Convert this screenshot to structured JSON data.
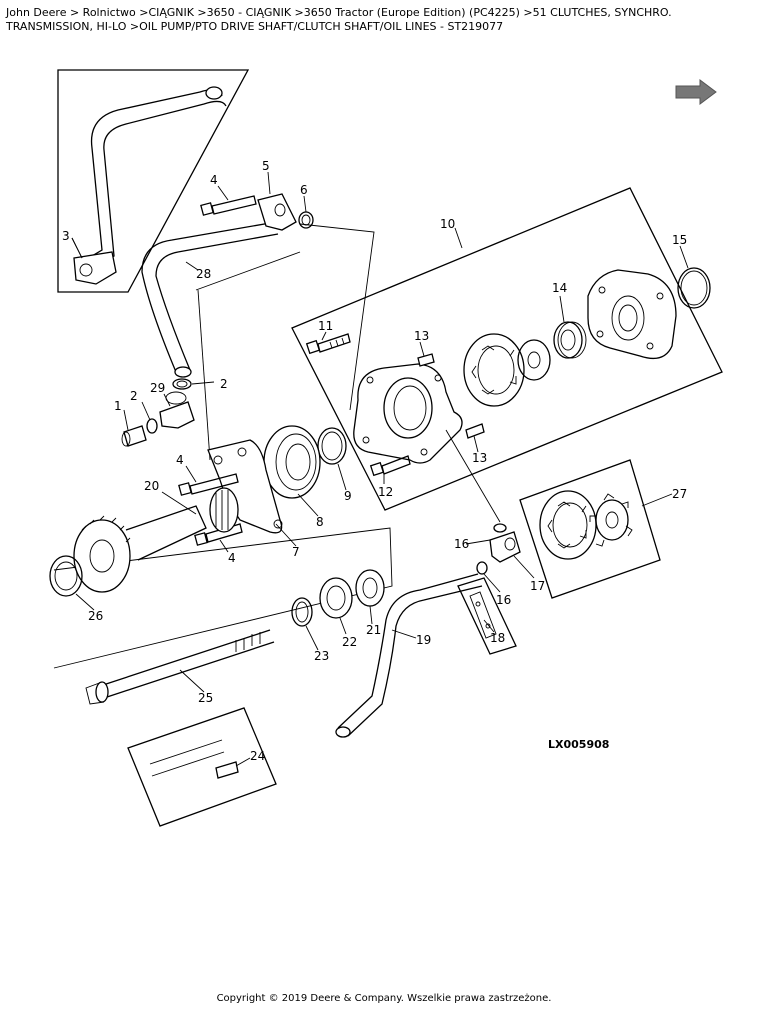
{
  "header": {
    "breadcrumb": "John Deere > Rolnictwo >CIĄGNIK >3650 - CIĄGNIK >3650 Tractor (Europe Edition) (PC4225) >51 CLUTCHES, SYNCHRO. TRANSMISSION, HI-LO >OIL PUMP/PTO DRIVE SHAFT/CLUTCH SHAFT/OIL LINES - ST219077"
  },
  "diagram": {
    "drawing_code": "LX005908",
    "callouts": [
      {
        "id": "c1",
        "label": "1"
      },
      {
        "id": "c2a",
        "label": "2"
      },
      {
        "id": "c2b",
        "label": "2"
      },
      {
        "id": "c3",
        "label": "3"
      },
      {
        "id": "c4a",
        "label": "4"
      },
      {
        "id": "c4b",
        "label": "4"
      },
      {
        "id": "c4c",
        "label": "4"
      },
      {
        "id": "c5",
        "label": "5"
      },
      {
        "id": "c6",
        "label": "6"
      },
      {
        "id": "c7",
        "label": "7"
      },
      {
        "id": "c8",
        "label": "8"
      },
      {
        "id": "c9",
        "label": "9"
      },
      {
        "id": "c10",
        "label": "10"
      },
      {
        "id": "c11",
        "label": "11"
      },
      {
        "id": "c12",
        "label": "12"
      },
      {
        "id": "c13a",
        "label": "13"
      },
      {
        "id": "c13b",
        "label": "13"
      },
      {
        "id": "c14",
        "label": "14"
      },
      {
        "id": "c15",
        "label": "15"
      },
      {
        "id": "c16a",
        "label": "16"
      },
      {
        "id": "c16b",
        "label": "16"
      },
      {
        "id": "c17",
        "label": "17"
      },
      {
        "id": "c18",
        "label": "18"
      },
      {
        "id": "c19",
        "label": "19"
      },
      {
        "id": "c20",
        "label": "20"
      },
      {
        "id": "c21",
        "label": "21"
      },
      {
        "id": "c22",
        "label": "22"
      },
      {
        "id": "c23",
        "label": "23"
      },
      {
        "id": "c24",
        "label": "24"
      },
      {
        "id": "c25",
        "label": "25"
      },
      {
        "id": "c26",
        "label": "26"
      },
      {
        "id": "c27",
        "label": "27"
      },
      {
        "id": "c28",
        "label": "28"
      },
      {
        "id": "c29",
        "label": "29"
      }
    ]
  },
  "footer": {
    "copyright": "Copyright © 2019 Deere & Company. Wszelkie prawa zastrzeżone."
  }
}
